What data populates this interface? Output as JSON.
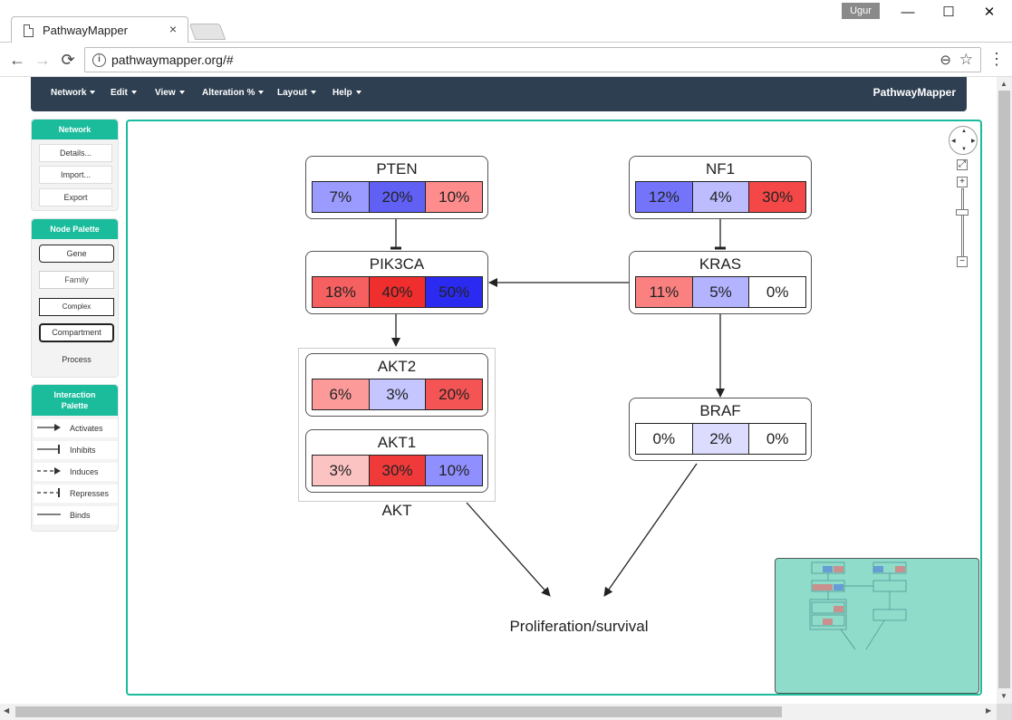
{
  "browser": {
    "tab_title": "PathwayMapper",
    "tab_close": "×",
    "user": "Ugur",
    "minimize": "—",
    "maximize": "☐",
    "close": "✕",
    "back": "←",
    "forward": "→",
    "reload": "⟳",
    "url": "pathwaymapper.org/#",
    "zoom_icon": "⊖",
    "star_icon": "☆",
    "menu_icon": "⋮",
    "info_icon": "i"
  },
  "app": {
    "brand": "PathwayMapper",
    "menu": [
      "Network",
      "Edit",
      "View",
      "Alteration %",
      "Layout",
      "Help"
    ]
  },
  "sidebar": {
    "network": {
      "title": "Network",
      "buttons": [
        "Details...",
        "Import...",
        "Export"
      ]
    },
    "node_palette": {
      "title": "Node Palette",
      "items": [
        "Gene",
        "Family",
        "Complex",
        "Compartment",
        "Process"
      ]
    },
    "interaction_palette": {
      "title_line1": "Interaction",
      "title_line2": "Palette",
      "items": [
        "Activates",
        "Inhibits",
        "Induces",
        "Represses",
        "Binds"
      ]
    }
  },
  "graph": {
    "nodes": {
      "pten": {
        "name": "PTEN",
        "cells": [
          "7%",
          "20%",
          "10%"
        ],
        "colors": [
          "#9b9bff",
          "#6060f5",
          "#ff8c8c"
        ]
      },
      "nf1": {
        "name": "NF1",
        "cells": [
          "12%",
          "4%",
          "30%"
        ],
        "colors": [
          "#7474fb",
          "#bcbcff",
          "#f44848"
        ]
      },
      "pik3ca": {
        "name": "PIK3CA",
        "cells": [
          "18%",
          "40%",
          "50%"
        ],
        "colors": [
          "#f76060",
          "#f02e2e",
          "#2a2af0"
        ]
      },
      "kras": {
        "name": "KRAS",
        "cells": [
          "11%",
          "5%",
          "0%"
        ],
        "colors": [
          "#fb8080",
          "#b3b3ff",
          "#ffffff"
        ]
      },
      "akt2": {
        "name": "AKT2",
        "cells": [
          "6%",
          "3%",
          "20%"
        ],
        "colors": [
          "#fc9a9a",
          "#c5c5ff",
          "#f45454"
        ]
      },
      "akt1": {
        "name": "AKT1",
        "cells": [
          "3%",
          "30%",
          "10%"
        ],
        "colors": [
          "#fcc3c3",
          "#f03a3a",
          "#8f8fff"
        ]
      },
      "braf": {
        "name": "BRAF",
        "cells": [
          "0%",
          "2%",
          "0%"
        ],
        "colors": [
          "#ffffff",
          "#dcdcff",
          "#ffffff"
        ]
      }
    },
    "group_label": "AKT",
    "process_label": "Proliferation/survival"
  },
  "zoom": {
    "fit": "⤢",
    "plus": "+",
    "minus": "−"
  }
}
